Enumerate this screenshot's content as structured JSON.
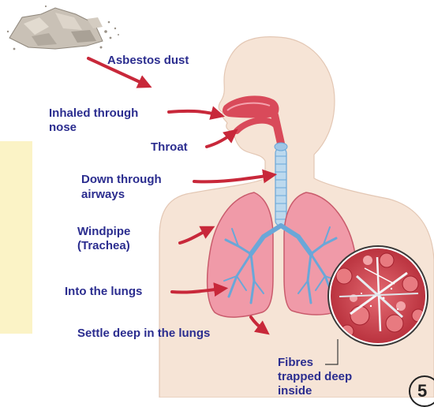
{
  "labels": {
    "dust": "Asbestos dust",
    "inhaled_line1": "Inhaled through",
    "inhaled_line2": "nose",
    "throat": "Throat",
    "airways_line1": "Down through",
    "airways_line2": "airways",
    "windpipe_line1": "Windpipe",
    "windpipe_line2": "(Trachea)",
    "lungs": "Into the lungs",
    "settle": "Settle deep in the lungs",
    "fibres_line1": "Fibres",
    "fibres_line2": "trapped deep",
    "fibres_line3": "inside"
  },
  "page_number": "5",
  "colors": {
    "label_text": "#2b2d8f",
    "arrow": "#c8283a",
    "skin": "#f6e4d6",
    "lung": "#f09aa8",
    "bronchi": "#6aa7d8",
    "yellow_panel": "#fbf3c6"
  }
}
